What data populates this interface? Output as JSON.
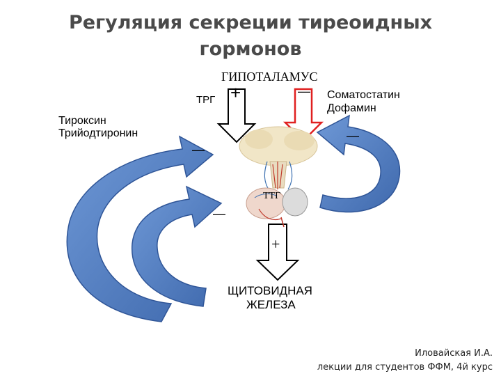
{
  "title_line1": "Регуляция секреции тиреоидных",
  "title_line2": "гормонов",
  "hypothalamus": "ГИПОТАЛАМУС",
  "trg": "ТРГ",
  "plus_trg": "+",
  "minus_hypo": "—",
  "somatostatin": "Соматостатин",
  "dopamine": "Дофамин",
  "thyroxine": "Тироксин",
  "triiodothyronine": "Трийодтиронин",
  "minus_upper_left": "—",
  "minus_lower_left": "—",
  "minus_right": "—",
  "ttg": "ТТГ",
  "plus_ttg": "+",
  "thyroid_line1": "ЩИТОВИДНАЯ",
  "thyroid_line2": "ЖЕЛЕЗА",
  "author": "Иловайская И.А.",
  "lectures": "лекции для студентов ФФМ, 4й курс",
  "colors": {
    "arrow_blue": "#4f7bbf",
    "arrow_blue_dark": "#2f5597",
    "red_arrow": "#e02020",
    "title_gray": "#4a4a4a"
  }
}
